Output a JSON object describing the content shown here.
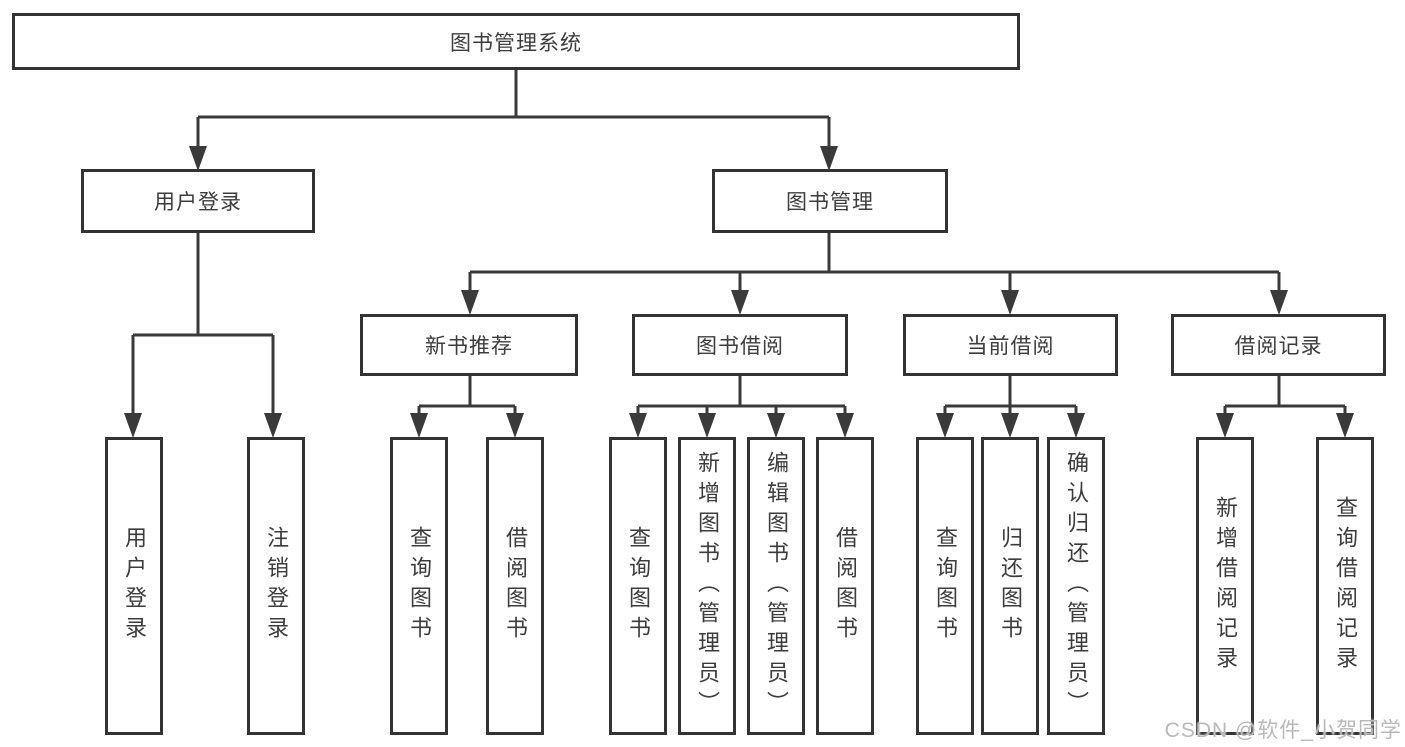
{
  "diagram": {
    "root": {
      "label": "图书管理系统"
    },
    "branches": [
      {
        "label": "用户登录",
        "children": [
          {
            "label": "用户登录"
          },
          {
            "label": "注销登录"
          }
        ]
      },
      {
        "label": "图书管理",
        "children": [
          {
            "label": "新书推荐",
            "children": [
              {
                "label": "查询图书"
              },
              {
                "label": "借阅图书"
              }
            ]
          },
          {
            "label": "图书借阅",
            "children": [
              {
                "label": "查询图书"
              },
              {
                "label": "新增图书（管理员）"
              },
              {
                "label": "编辑图书（管理员）"
              },
              {
                "label": "借阅图书"
              }
            ]
          },
          {
            "label": "当前借阅",
            "children": [
              {
                "label": "查询图书"
              },
              {
                "label": "归还图书"
              },
              {
                "label": "确认归还（管理员）"
              }
            ]
          },
          {
            "label": "借阅记录",
            "children": [
              {
                "label": "新增借阅记录"
              },
              {
                "label": "查询借阅记录"
              }
            ]
          }
        ]
      }
    ]
  },
  "watermark": {
    "text": "CSDN @软件_小贺同学"
  },
  "colors": {
    "line": "#3a3a3a",
    "box_border": "#333333",
    "text": "#3c3c3c",
    "background": "#ffffff",
    "watermark": "#b9b9b9"
  }
}
